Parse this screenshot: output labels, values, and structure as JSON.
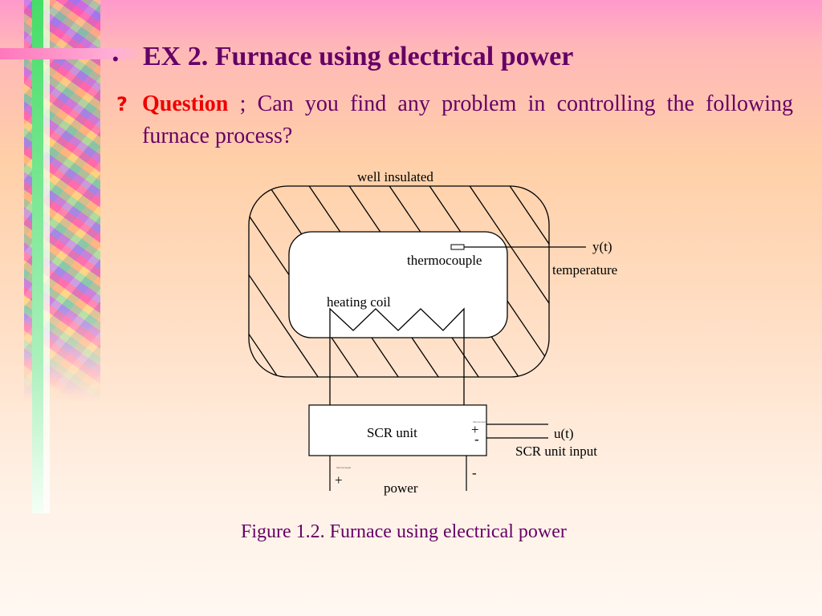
{
  "slide": {
    "bullet": "•",
    "title": "EX 2. Furnace using electrical power",
    "question_mark": "?",
    "question_label": "Question",
    "question_text": " ; Can you find any problem in controlling the following furnace process?"
  },
  "diagram": {
    "insulation_label": "well insulated",
    "output_signal": "y(t)",
    "output_desc": "temperature",
    "sensor_label": "thermocouple",
    "heater_label": "heating coil",
    "controller_label": "SCR unit",
    "input_signal": "u(t)",
    "input_desc": "SCR unit input",
    "power_label": "power",
    "plus": "+",
    "minus": "-",
    "tiny_text": "thermocouple"
  },
  "caption": "Figure 1.2. Furnace using electrical power",
  "colors": {
    "title": "#660066",
    "question": "#ee0000"
  }
}
